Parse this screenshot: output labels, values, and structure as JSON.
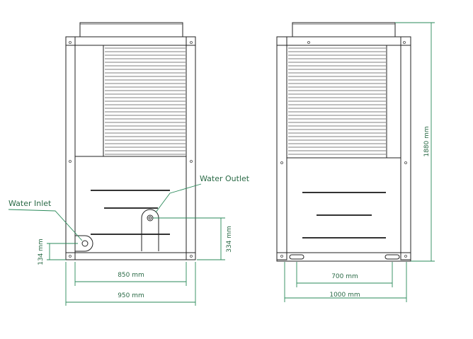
{
  "colors": {
    "dimension_line": "#2a8a5a",
    "dimension_text": "#2a6a46",
    "outline": "#222222"
  },
  "front_view": {
    "water_outlet_label": "Water Outlet",
    "water_inlet_label": "Water Inlet",
    "dim_inner_width": "850 mm",
    "dim_outer_width": "950 mm",
    "dim_inlet_height": "134 mm",
    "dim_outlet_height": "334 mm"
  },
  "side_view": {
    "dim_inner_width": "700 mm",
    "dim_outer_width": "1000 mm",
    "dim_total_height": "1880 mm"
  }
}
